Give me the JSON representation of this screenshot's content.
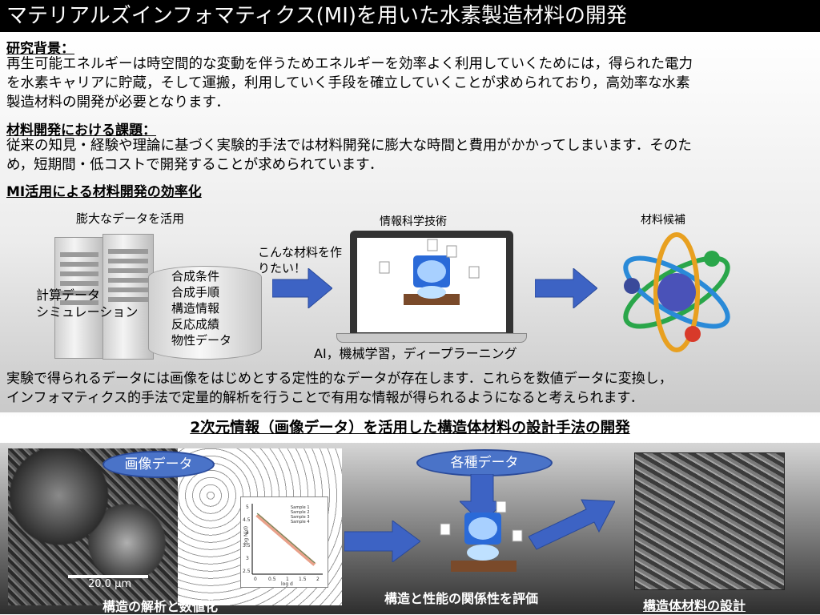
{
  "title": "マテリアルズインフォマティクス(MI)を用いた水素製造材料の開発",
  "background": {
    "heading": "研究背景：",
    "lines": [
      "再生可能エネルギーは時空間的な変動を伴うためエネルギーを効率よく利用していくためには，得られた電力",
      "を水素キャリアに貯蔵，そして運搬，利用していく手段を確立していくことが求められており，高効率な水素",
      "製造材料の開発が必要となります．"
    ]
  },
  "issues": {
    "heading": "材料開発における課題：",
    "lines": [
      "従来の知見・経験や理論に基づく実験的手法では材料開発に膨大な時間と費用がかかってしまいます．そのた",
      "め，短期間・低コストで開発することが求められています．"
    ]
  },
  "mi": {
    "heading": "MI活用による材料開発の効率化",
    "data_label": "膨大なデータを活用",
    "server_lines": [
      "計算データ",
      "シミュレーション"
    ],
    "db_lines": [
      "合成条件",
      "合成手順",
      "構造情報",
      "反応成績",
      "物性データ"
    ],
    "wish_lines": [
      "こんな材料を作",
      "りたい！"
    ],
    "info_label": "情報科学技術",
    "ai_label": "AI，機械学習，ディープラーニング",
    "candidate_label": "材料候補"
  },
  "summary": {
    "lines": [
      "実験で得られるデータには画像をはじめとする定性的なデータが存在します．これらを数値データに変換し，",
      "インフォマティクス的手法で定量的解析を行うことで有用な情報が得られるようになると考えられます．"
    ]
  },
  "design": {
    "heading": "2次元情報（画像データ）を活用した構造体材料の設計手法の開発",
    "image_data_label": "画像データ",
    "various_data_label": "各種データ",
    "scale_label": "20.0 μm",
    "legend": [
      "Sample 1",
      "Sample 2",
      "Sample 3",
      "Sample 4"
    ],
    "plot_xlabel": "log d",
    "plot_ylabel": "log N(d)",
    "plot_xticks": [
      "0",
      "0.5",
      "1",
      "1.5",
      "2"
    ],
    "plot_yticks": [
      "2.5",
      "3",
      "3.5",
      "4",
      "4.5",
      "5"
    ],
    "caption_analysis": "構造の解析と数値化",
    "caption_eval": "構造と性能の関係性を評価",
    "caption_design": "構造体材料の設計"
  }
}
